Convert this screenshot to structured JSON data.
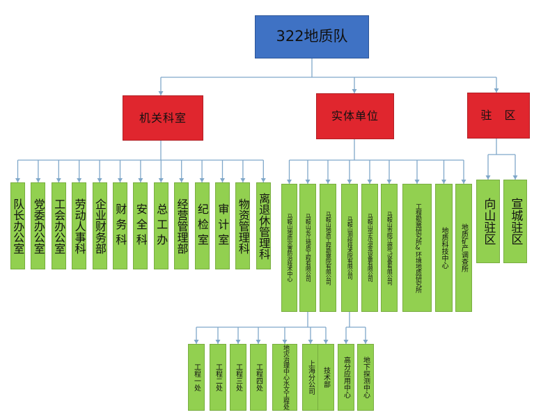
{
  "root": "322地质队",
  "categories": {
    "admin": "机关科室",
    "entity": "实体单位",
    "station": "驻　区"
  },
  "admin_units": [
    "队长办公室",
    "党委办公室",
    "工会办公室",
    "劳动人事科",
    "企业财务部",
    "财务科",
    "安全科",
    "总工办",
    "经营管理部",
    "纪检室",
    "审计室",
    "物资管理科",
    "离退休管理科"
  ],
  "entity_units": [
    "马鞍山地质灾害防治技术中心",
    "马鞍山长江地质工程有限公司",
    "马鞍山地质工程勘察院有限公司",
    "马鞍山测绘技术院有限公司",
    "马鞍山华东冶金设备有限公司",
    "马鞍山市皖江燃气设备有限公司",
    "工程勘察研究所&环境地质研究所",
    "地质科技中心",
    "地质矿产调查所"
  ],
  "station_units": [
    "向山驻区",
    "宣城驻区"
  ],
  "sub_units_a": [
    "工程一处",
    "工程二处",
    "工程三处",
    "工程四处",
    "地灾治理中心水文工程处",
    "上海分公司",
    "技术部"
  ],
  "sub_units_b": [
    "高分应用中心",
    "地下探测中心"
  ],
  "colors": {
    "root": "#3f72c4",
    "category": "#e0262e",
    "unit": "#92d050",
    "connector": "#7fa7c9"
  }
}
